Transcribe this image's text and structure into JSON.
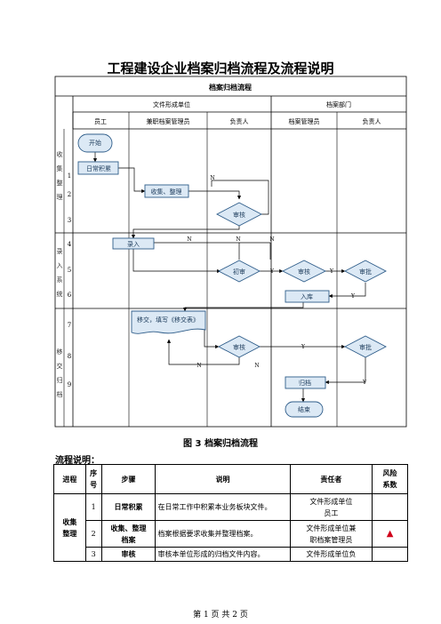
{
  "document": {
    "title": "工程建设企业档案归档流程及流程说明",
    "figure_caption": "图  3  档案归档流程",
    "description_label": "流程说明：",
    "footer": "第  1  页    共  2  页"
  },
  "flowchart": {
    "header": "档案归档流程",
    "units": [
      "文件形成单位",
      "档案部门"
    ],
    "roles": [
      "员工",
      "兼职档案管理员",
      "负责人",
      "档案管理员",
      "负责人"
    ],
    "phases": [
      {
        "label": "收\n集\n整\n理",
        "rows": [
          "1",
          "2",
          "3"
        ]
      },
      {
        "label": "录\n入\n系\n统",
        "rows": [
          "4",
          "5",
          "6"
        ]
      },
      {
        "label": "移\n交\n归\n档",
        "rows": [
          "7",
          "8",
          "9"
        ]
      }
    ],
    "nodes": {
      "start": "开始",
      "daily": "日常积累",
      "collect": "收集、整理",
      "review1": "审核",
      "enter": "录入",
      "prelim": "初审",
      "review2": "审核",
      "approve1": "审批",
      "storage": "入库",
      "transfer": "移交，填写《移交表》",
      "review3": "审核",
      "approve2": "审批",
      "archive": "归档",
      "end": "结束"
    },
    "edge_labels": {
      "no": "N",
      "yes": "Y"
    }
  },
  "description_table": {
    "headers": [
      "进程",
      "序号",
      "步骤",
      "说明",
      "责任者",
      "风险系数"
    ],
    "phase": "收集\n整理",
    "rows": [
      {
        "no": "1",
        "step": "日常积累",
        "note": "在日常工作中积累本业务板块文件。",
        "owner": "文件形成单位\n员工",
        "risk": ""
      },
      {
        "no": "2",
        "step": "收集、整理\n档案",
        "note": "档案根据要求收集并整理档案。",
        "owner": "文件形成单位兼\n职档案管理员",
        "risk": "▲"
      },
      {
        "no": "3",
        "step": "审核",
        "note": "审核本单位形成的归档文件内容。",
        "owner": "文件形成单位负",
        "risk": ""
      }
    ]
  },
  "colors": {
    "node_fill": "#dce9f5",
    "node_stroke": "#2f5d8a",
    "line": "#000000",
    "risk": "#d0021b"
  }
}
